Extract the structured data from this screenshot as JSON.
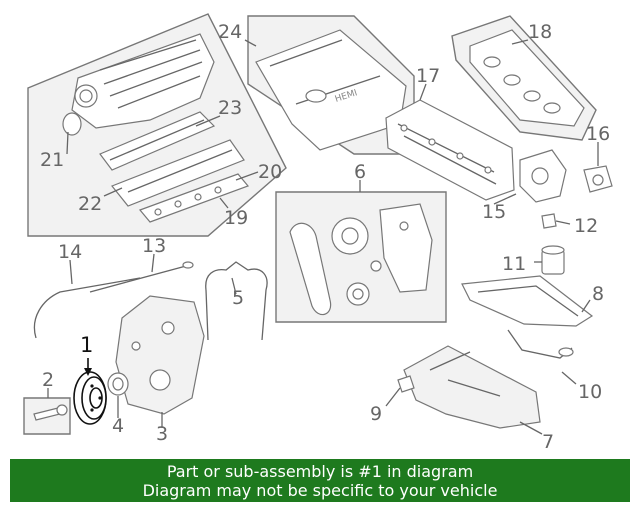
{
  "diagram": {
    "callouts": {
      "c1": "1",
      "c2": "2",
      "c3": "3",
      "c4": "4",
      "c5": "5",
      "c6": "6",
      "c7": "7",
      "c8": "8",
      "c9": "9",
      "c10": "10",
      "c11": "11",
      "c12": "12",
      "c13": "13",
      "c14": "14",
      "c15": "15",
      "c16": "16",
      "c17": "17",
      "c18": "18",
      "c19": "19",
      "c20": "20",
      "c21": "21",
      "c22": "22",
      "c23": "23",
      "c24": "24"
    },
    "highlighted_part": "1",
    "colors": {
      "highlight": "#111111",
      "line": "#777777",
      "banner": "#1e7a1e"
    },
    "engine_cover_text": "HEMI"
  },
  "banner": {
    "line1": "Part or sub-assembly is #1 in diagram",
    "line2": "Diagram may not be specific to your vehicle"
  }
}
